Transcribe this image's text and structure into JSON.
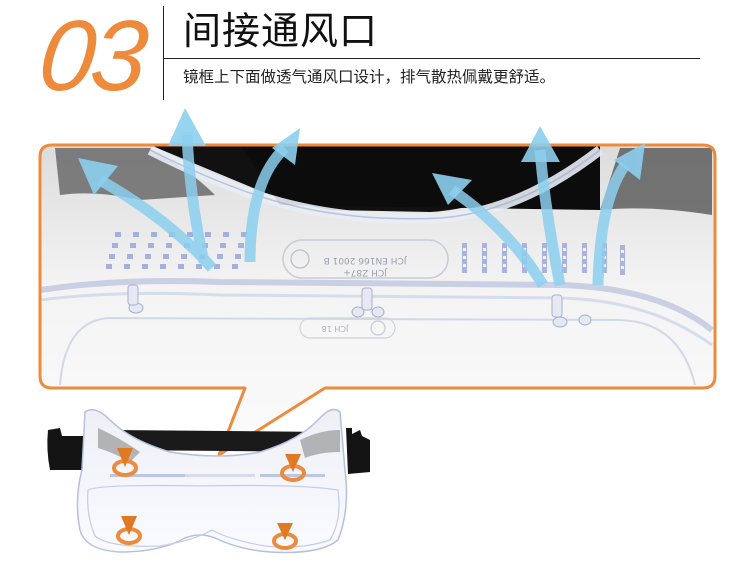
{
  "header": {
    "section_number": "03",
    "title": "间接通风口",
    "subtitle": "镜框上下面做透气通风口设计，排气散热佩戴更舒适。"
  },
  "callout": {
    "description": "Close-up of goggle frame showing upper ventilation holes with airflow arrows",
    "embossed_marks": [
      "JCH Z87+",
      "JCH EN166 2001 B",
      "JCH 18"
    ],
    "airflow_arrow_count": 6
  },
  "product_image": {
    "description": "Clear safety goggles with black elastic strap",
    "vent_marker_count": 4
  },
  "colors": {
    "accent_orange": "#EE8A3C",
    "arrow_blue": "#8CCFEE",
    "strap_black": "#141414",
    "text": "#111111"
  }
}
